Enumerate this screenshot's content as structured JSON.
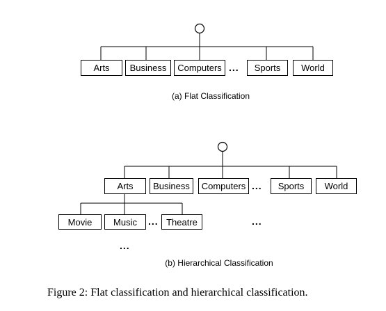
{
  "flat": {
    "categories": [
      "Arts",
      "Business",
      "Computers",
      "Sports",
      "World"
    ],
    "ellipsis": "...",
    "caption": "(a) Flat Classification"
  },
  "hierarchical": {
    "categories": [
      "Arts",
      "Business",
      "Computers",
      "Sports",
      "World"
    ],
    "ellipsis": "...",
    "arts_children": [
      "Movie",
      "Music",
      "Theatre"
    ],
    "child_ellipsis": "...",
    "right_ellipsis": "...",
    "bottom_ellipsis": "...",
    "caption": "(b) Hierarchical Classification"
  },
  "figure_caption": "Figure 2: Flat classification and hierarchical classification."
}
